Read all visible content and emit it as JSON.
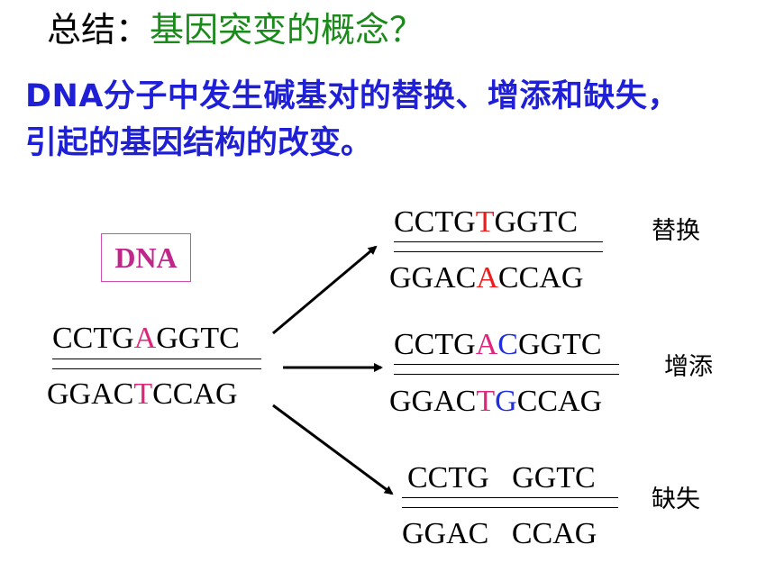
{
  "title": {
    "prefix": "总结：",
    "highlight": "基因突变的概念？"
  },
  "definition": {
    "line1": "DNA分子中发生碱基对的替换、增添和缺失，",
    "line2": "引起的基因结构的改变。"
  },
  "dna_label": "DNA",
  "original": {
    "top": [
      {
        "t": "CCTG"
      },
      {
        "t": "A",
        "c": "#e0257a"
      },
      {
        "t": "GGTC"
      }
    ],
    "bottom": [
      {
        "t": "GGAC"
      },
      {
        "t": "T",
        "c": "#e0257a"
      },
      {
        "t": "CCAG"
      }
    ]
  },
  "substitution": {
    "label": "替换",
    "top": [
      {
        "t": "CCTG"
      },
      {
        "t": "T",
        "c": "#ee1c1c"
      },
      {
        "t": "GGTC"
      }
    ],
    "bottom": [
      {
        "t": "GGAC"
      },
      {
        "t": "A",
        "c": "#ee1c1c"
      },
      {
        "t": "CCAG"
      }
    ]
  },
  "insertion": {
    "label": "增添",
    "top": [
      {
        "t": "CCTG"
      },
      {
        "t": "A",
        "c": "#e0257a"
      },
      {
        "t": "C",
        "c": "#2030e0"
      },
      {
        "t": "GGTC"
      }
    ],
    "bottom": [
      {
        "t": "GGAC"
      },
      {
        "t": "T",
        "c": "#e0257a"
      },
      {
        "t": "G",
        "c": "#2030e0"
      },
      {
        "t": "CCAG"
      }
    ]
  },
  "deletion": {
    "label": "缺失",
    "top": [
      {
        "t": "CCTG   GGTC"
      }
    ],
    "bottom": [
      {
        "t": "GGAC   CCAG"
      }
    ]
  },
  "colors": {
    "title_highlight": "#1a8a1a",
    "definition": "#1f1fd6",
    "dna_box_border": "#d04fb0",
    "dna_box_text": "#c0278a"
  }
}
